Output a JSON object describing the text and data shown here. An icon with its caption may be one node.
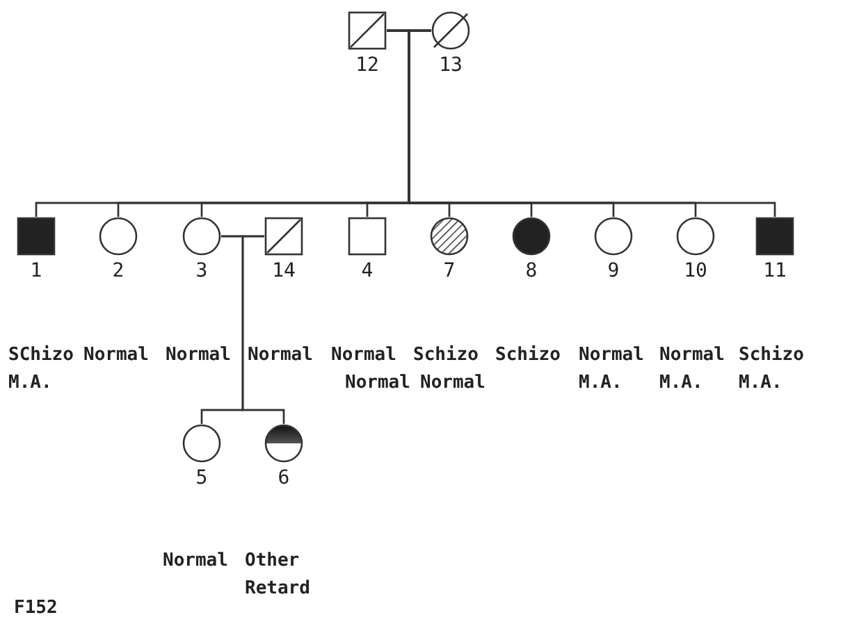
{
  "diagram": {
    "nodes": [
      {
        "text": [
          "12"
        ]
      },
      {
        "text": [
          "13"
        ]
      },
      {
        "text": [
          "1"
        ]
      },
      {
        "text": [
          "2"
        ]
      },
      {
        "text": [
          "3"
        ]
      },
      {
        "text": [
          "14"
        ]
      },
      {
        "text": [
          "4"
        ]
      },
      {
        "text": [
          "7"
        ]
      },
      {
        "text": [
          "8"
        ]
      },
      {
        "text": [
          "9"
        ]
      },
      {
        "text": [
          "10"
        ]
      },
      {
        "text": [
          "11"
        ]
      },
      {
        "text": [
          "5"
        ]
      },
      {
        "text": [
          "6"
        ]
      }
    ],
    "edges": [
      {
        "from": 0,
        "to": 1,
        "arrow": "none"
      },
      {
        "from": 0,
        "to": 2,
        "arrow": "none"
      },
      {
        "from": 1,
        "to": 2,
        "arrow": "none"
      },
      {
        "from": 0,
        "to": 3,
        "arrow": "none"
      },
      {
        "from": 1,
        "to": 3,
        "arrow": "none"
      },
      {
        "from": 0,
        "to": 4,
        "arrow": "none"
      },
      {
        "from": 1,
        "to": 4,
        "arrow": "none"
      },
      {
        "from": 0,
        "to": 6,
        "arrow": "none"
      },
      {
        "from": 1,
        "to": 6,
        "arrow": "none"
      },
      {
        "from": 0,
        "to": 7,
        "arrow": "none"
      },
      {
        "from": 1,
        "to": 7,
        "arrow": "none"
      },
      {
        "from": 0,
        "to": 8,
        "arrow": "none"
      },
      {
        "from": 1,
        "to": 8,
        "arrow": "none"
      },
      {
        "from": 0,
        "to": 9,
        "arrow": "none"
      },
      {
        "from": 1,
        "to": 9,
        "arrow": "none"
      },
      {
        "from": 0,
        "to": 10,
        "arrow": "none"
      },
      {
        "from": 1,
        "to": 10,
        "arrow": "none"
      },
      {
        "from": 0,
        "to": 11,
        "arrow": "none"
      },
      {
        "from": 1,
        "to": 11,
        "arrow": "none"
      },
      {
        "from": 4,
        "to": 5,
        "arrow": "none"
      },
      {
        "from": 4,
        "to": 12,
        "arrow": "none"
      },
      {
        "from": 5,
        "to": 12,
        "arrow": "none"
      },
      {
        "from": 4,
        "to": 13,
        "arrow": "none"
      },
      {
        "from": 5,
        "to": 13,
        "arrow": "none"
      }
    ],
    "labels": [
      "Normal",
      "Normal",
      "SChizo M.A.",
      "Normal",
      "Normal",
      "Normal",
      "Normal",
      "Schizo",
      "Schizo",
      "Normal M.A.",
      "Normal M.A.",
      "Schizo M.A.",
      "Normal",
      "Other Retard",
      "F152"
    ]
  }
}
